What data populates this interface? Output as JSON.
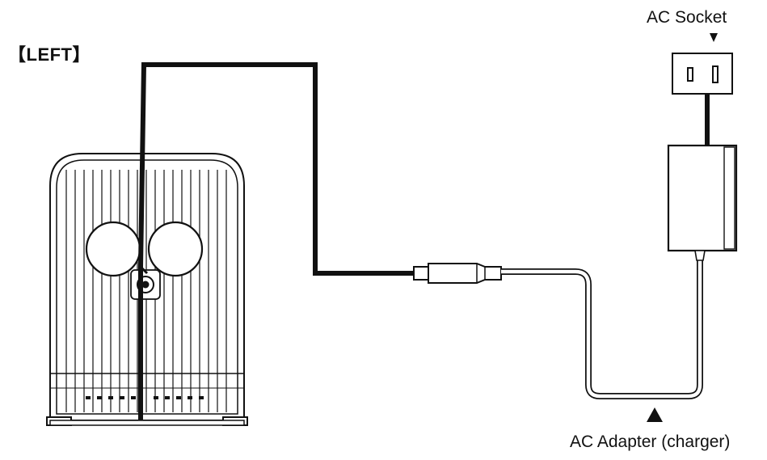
{
  "labels": {
    "side": "【LEFT】",
    "socket": "AC Socket",
    "adapter": "AC Adapter (charger)"
  },
  "colors": {
    "line": "#111111",
    "background": "#ffffff"
  },
  "icons": {
    "socket_pointer": "small-down-arrow",
    "adapter_pointer": "up-triangle"
  }
}
